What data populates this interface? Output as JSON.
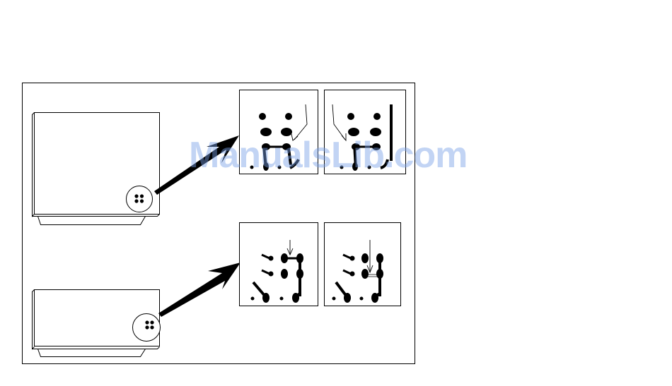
{
  "watermark": "ManualsLib.com",
  "colors": {
    "line": "#000000",
    "background": "#ffffff",
    "watermark": "#7aa0e6"
  },
  "figure": {
    "panels": [
      {
        "name": "board-top-with-jumper"
      },
      {
        "name": "detail-top-left"
      },
      {
        "name": "detail-top-right"
      },
      {
        "name": "board-bottom"
      },
      {
        "name": "detail-bottom-left"
      },
      {
        "name": "detail-bottom-right"
      }
    ]
  }
}
